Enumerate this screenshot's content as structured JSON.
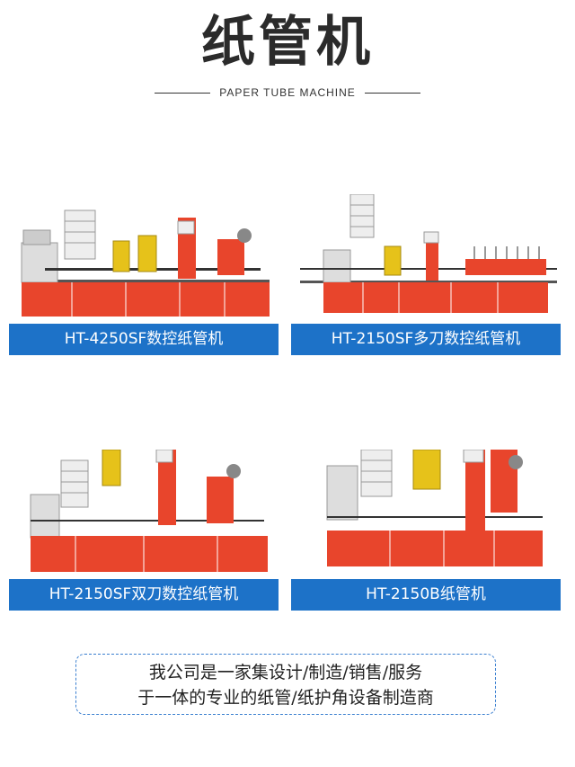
{
  "header": {
    "title": "纸管机",
    "subtitle": "PAPER TUBE MACHINE"
  },
  "products": [
    {
      "label": "HT-4250SF数控纸管机"
    },
    {
      "label": "HT-2150SF多刀数控纸管机"
    },
    {
      "label": "HT-2150SF双刀数控纸管机"
    },
    {
      "label": "HT-2150B纸管机"
    }
  ],
  "company": {
    "line1": "我公司是一家集设计/制造/销售/服务",
    "line2": "于一体的专业的纸管/纸护角设备制造商"
  },
  "colors": {
    "accent_blue": "#1d72c8",
    "machine_red": "#e8452c",
    "coil_yellow": "#e6c21a"
  }
}
